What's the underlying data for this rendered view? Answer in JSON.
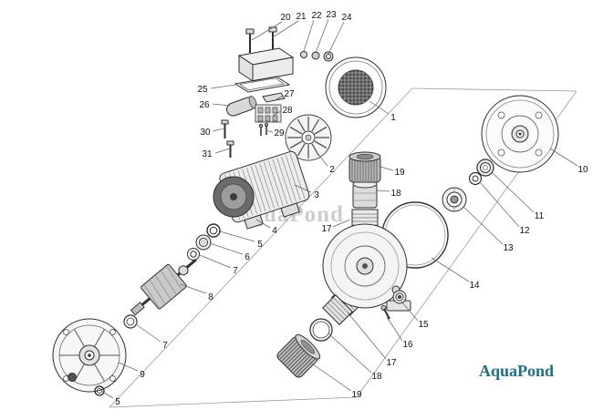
{
  "diagram": {
    "kind": "exploded-parts-diagram",
    "subject": "pool pump exploded view"
  },
  "watermark": {
    "text": "AquaPond"
  },
  "brand": {
    "text": "AquaPond",
    "color": "#1d7080"
  },
  "callouts": [
    {
      "label": "20"
    },
    {
      "label": "21"
    },
    {
      "label": "22"
    },
    {
      "label": "23"
    },
    {
      "label": "24"
    },
    {
      "label": "25"
    },
    {
      "label": "26"
    },
    {
      "label": "27"
    },
    {
      "label": "28"
    },
    {
      "label": "29"
    },
    {
      "label": "30"
    },
    {
      "label": "31"
    },
    {
      "label": "1"
    },
    {
      "label": "2"
    },
    {
      "label": "3"
    },
    {
      "label": "19"
    },
    {
      "label": "18"
    },
    {
      "label": "17"
    },
    {
      "label": "4"
    },
    {
      "label": "5"
    },
    {
      "label": "6"
    },
    {
      "label": "7"
    },
    {
      "label": "8"
    },
    {
      "label": "7"
    },
    {
      "label": "9"
    },
    {
      "label": "5"
    },
    {
      "label": "10"
    },
    {
      "label": "11"
    },
    {
      "label": "12"
    },
    {
      "label": "13"
    },
    {
      "label": "14"
    },
    {
      "label": "15"
    },
    {
      "label": "16"
    },
    {
      "label": "17"
    },
    {
      "label": "18"
    },
    {
      "label": "19"
    }
  ]
}
